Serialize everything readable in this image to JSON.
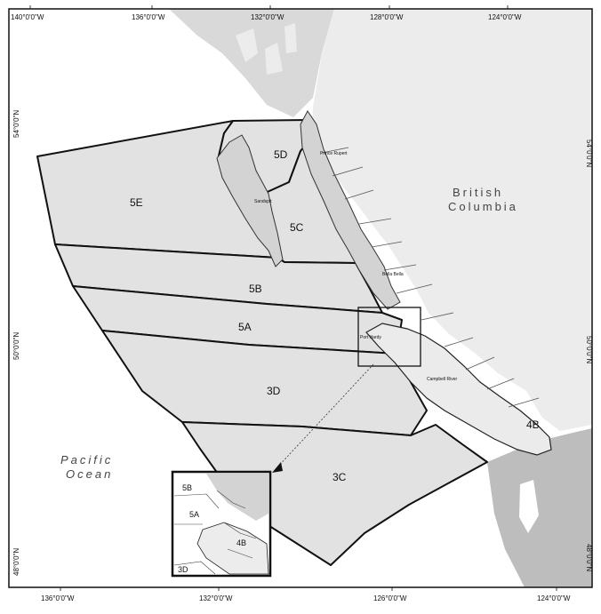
{
  "map": {
    "graticule_top": [
      "140°0'0\"W",
      "136°0'0\"W",
      "132°0'0\"W",
      "128°0'0\"W",
      "124°0'0\"W"
    ],
    "graticule_bottom": [
      "136°0'0\"W",
      "132°0'0\"W",
      "126°0'0\"W",
      "124°0'0\"W"
    ],
    "graticule_left": [
      "54°0'0\"N",
      "50°0'0\"N",
      "48°0'0\"N"
    ],
    "graticule_right": [
      "54°0'0\"N",
      "50°0'0\"N",
      "48°0'0\"N"
    ],
    "zones": [
      "5E",
      "5D",
      "5C",
      "5B",
      "5A",
      "3D",
      "3C",
      "4B"
    ],
    "places": [
      "Prince Rupert",
      "Sandspit",
      "Bella Bella",
      "Port Hardy",
      "Campbell River"
    ],
    "region_label": [
      "British",
      "Columbia"
    ],
    "ocean_label": [
      "Pacific",
      "Ocean"
    ],
    "inset_zones": [
      "5B",
      "5A",
      "4B",
      "3D"
    ],
    "colors": {
      "sea": "#ffffff",
      "bc_land": "#ececec",
      "islands": "#d6d6d6",
      "zones_fill": "#e2e2e2",
      "us_land": "#bdbdbd",
      "lakes": "#cfcfcf",
      "boundary": "#111111"
    }
  }
}
